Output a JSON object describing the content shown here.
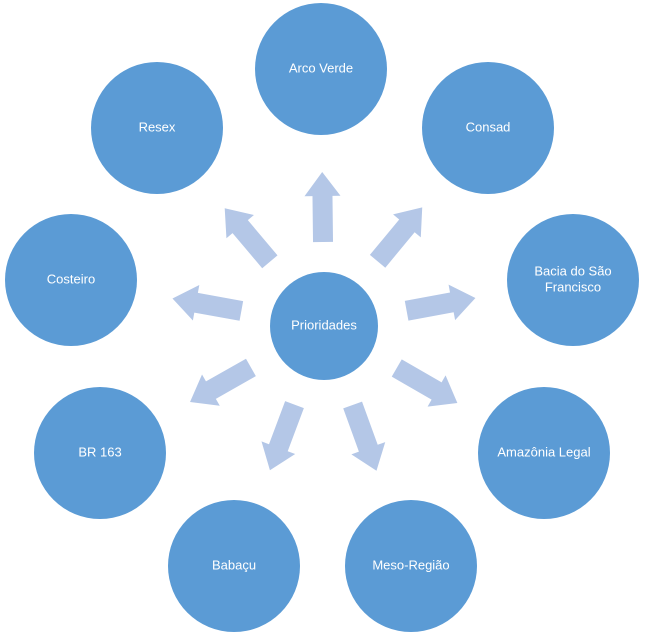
{
  "center": {
    "label": "Prioridades"
  },
  "nodes": [
    {
      "id": "arco-verde",
      "lines": [
        "Arco Verde"
      ]
    },
    {
      "id": "consad",
      "lines": [
        "Consad"
      ]
    },
    {
      "id": "bacia-do-sao-francisco",
      "lines": [
        "Bacia do São",
        "Francisco"
      ]
    },
    {
      "id": "amazonia-legal",
      "lines": [
        "Amazônia Legal"
      ]
    },
    {
      "id": "meso-regiao",
      "lines": [
        "Meso-Região"
      ]
    },
    {
      "id": "babacu",
      "lines": [
        "Babaçu"
      ]
    },
    {
      "id": "br-163",
      "lines": [
        "BR 163"
      ]
    },
    {
      "id": "costeiro",
      "lines": [
        "Costeiro"
      ]
    },
    {
      "id": "resex",
      "lines": [
        "Resex"
      ]
    }
  ],
  "colors": {
    "node": "#5b9bd5",
    "arrow": "#b4c7e7",
    "text": "#ffffff"
  }
}
